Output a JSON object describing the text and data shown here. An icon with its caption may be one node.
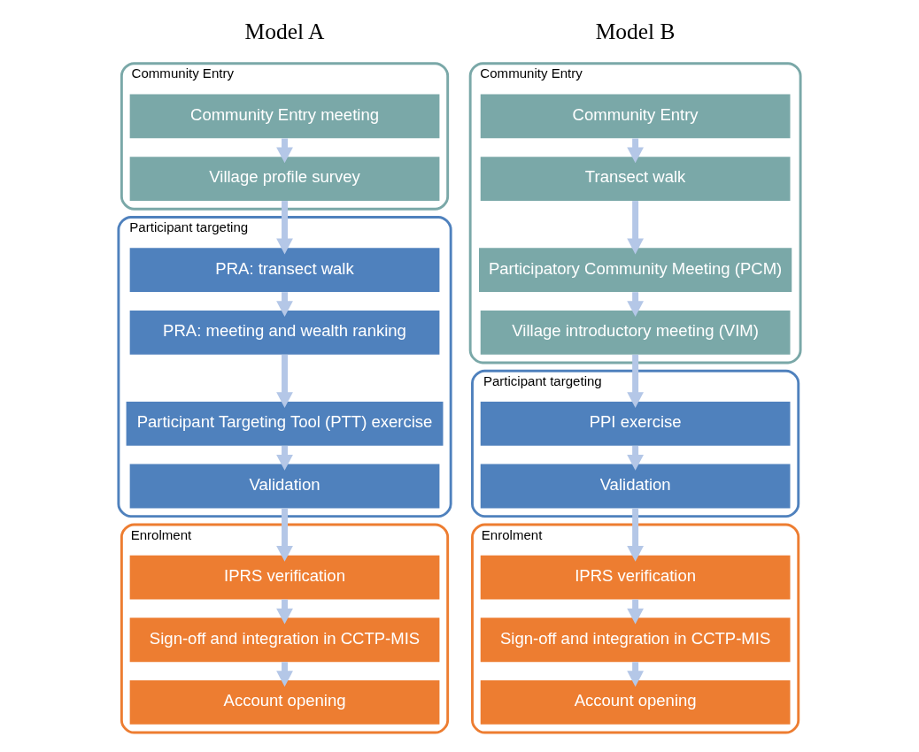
{
  "diagram": {
    "nodes": [
      {
        "text": [
          "Community Entry"
        ]
      },
      {
        "text": [
          "Community Entry meeting"
        ],
        "in": 0
      },
      {
        "text": [
          "Village profile survey"
        ],
        "in": 0
      },
      {
        "text": [
          "Participant targeting"
        ]
      },
      {
        "text": [
          "PRA: transect walk"
        ],
        "in": 3
      },
      {
        "text": [
          "PRA: meeting and wealth ranking"
        ],
        "in": 3
      },
      {
        "text": [
          "Participant Targeting Tool (PTT) exercise"
        ],
        "in": 3
      },
      {
        "text": [
          "Validation"
        ],
        "in": 3
      },
      {
        "text": [
          "Enrolment"
        ]
      },
      {
        "text": [
          "IPRS verification"
        ],
        "in": 8
      },
      {
        "text": [
          "Sign-off and integration in CCTP-MIS"
        ],
        "in": 8
      },
      {
        "text": [
          "Account opening"
        ],
        "in": 8
      },
      {
        "text": [
          "Community Entry"
        ]
      },
      {
        "text": [
          "Community Entry"
        ],
        "in": 12
      },
      {
        "text": [
          "Transect walk"
        ],
        "in": 12
      },
      {
        "text": [
          "Participatory Community Meeting (PCM)"
        ],
        "in": 12
      },
      {
        "text": [
          "Village introductory meeting (VIM)"
        ],
        "in": 12
      },
      {
        "text": [
          "Participant targeting"
        ]
      },
      {
        "text": [
          "PPI exercise"
        ],
        "in": 17
      },
      {
        "text": [
          "Validation"
        ],
        "in": 17
      },
      {
        "text": [
          "Enrolment"
        ]
      },
      {
        "text": [
          "IPRS verification"
        ],
        "in": 20
      },
      {
        "text": [
          "Sign-off and integration in CCTP-MIS"
        ],
        "in": 20
      },
      {
        "text": [
          "Account opening"
        ],
        "in": 20
      }
    ],
    "edges": [
      {
        "from": 1,
        "to": 2,
        "arrow": "to"
      },
      {
        "from": 2,
        "to": 4,
        "arrow": "to"
      },
      {
        "from": 4,
        "to": 5,
        "arrow": "to"
      },
      {
        "from": 5,
        "to": 6,
        "arrow": "to"
      },
      {
        "from": 6,
        "to": 7,
        "arrow": "to"
      },
      {
        "from": 7,
        "to": 9,
        "arrow": "to"
      },
      {
        "from": 9,
        "to": 10,
        "arrow": "to"
      },
      {
        "from": 10,
        "to": 11,
        "arrow": "to"
      },
      {
        "from": 13,
        "to": 14,
        "arrow": "to"
      },
      {
        "from": 14,
        "to": 15,
        "arrow": "to"
      },
      {
        "from": 15,
        "to": 16,
        "arrow": "to"
      },
      {
        "from": 16,
        "to": 18,
        "arrow": "to"
      },
      {
        "from": 18,
        "to": 19,
        "arrow": "to"
      },
      {
        "from": 19,
        "to": 21,
        "arrow": "to"
      },
      {
        "from": 21,
        "to": 22,
        "arrow": "to"
      },
      {
        "from": 22,
        "to": 23,
        "arrow": "to"
      }
    ],
    "labels": [
      "Model A",
      "Model B"
    ]
  }
}
